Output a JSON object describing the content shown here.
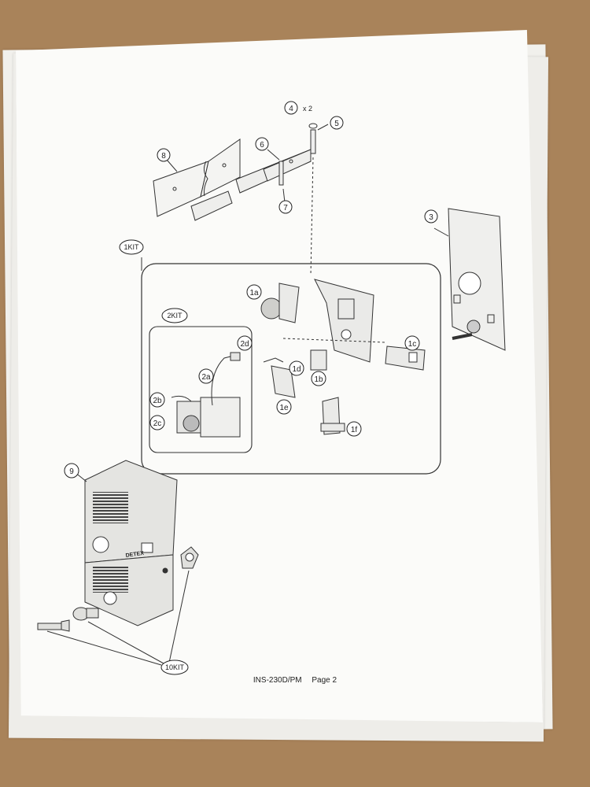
{
  "document": {
    "footer": {
      "doc_number": "INS-230D/PM",
      "page": "Page 2"
    },
    "callouts": {
      "qty": "x 2",
      "n1": "1a",
      "n2": "1b",
      "n3": "1c",
      "n4": "1d",
      "n5": "1e",
      "n6": "1f",
      "n7": "2a",
      "n8": "2b",
      "n9": "2c",
      "n10": "2d",
      "n11": "3",
      "n12": "4",
      "n13": "5",
      "n14": "6",
      "n15": "7",
      "n16": "8",
      "n17": "9",
      "kit1": "1KIT",
      "kit2": "2KIT",
      "kit10": "10KIT"
    },
    "housing_brand": "DETEX"
  }
}
